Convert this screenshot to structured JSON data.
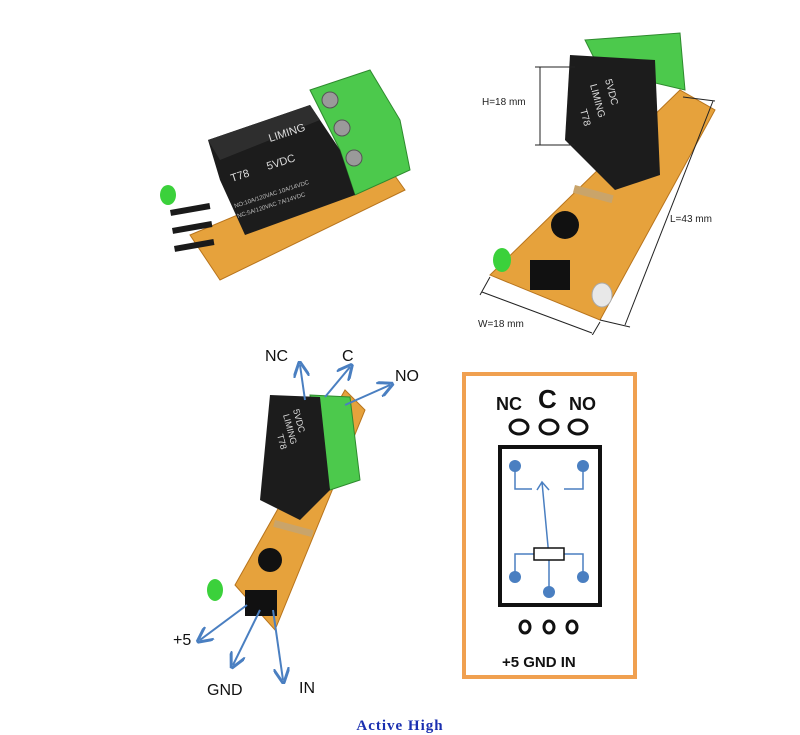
{
  "relay": {
    "brand": "LIMING",
    "model": "T78",
    "voltage": "5VDC",
    "rating_line1": "NO:10A/120VAC 10A/14VDC",
    "rating_line2": "NC:5A/120VAC 7A/14VDC"
  },
  "dimensions": {
    "height": "H=18 mm",
    "length": "L=43 mm",
    "width": "W=18 mm"
  },
  "terminals_top": [
    "NC",
    "C",
    "NO"
  ],
  "terminals_bottom": [
    "+5",
    "GND",
    "IN"
  ],
  "schematic": {
    "top_labels": [
      "NC",
      "C",
      "NO"
    ],
    "bottom_label": "+5 GND IN",
    "frame_color": "#f0a050",
    "wire_color": "#4a7fc1"
  },
  "colors": {
    "terminal_green": "#4cc94c",
    "relay_black": "#1c1c1c",
    "pcb": "#e6a23c",
    "arrow_blue": "#4a7fc1",
    "led_green": "#3bd13b"
  },
  "caption": "Active High"
}
